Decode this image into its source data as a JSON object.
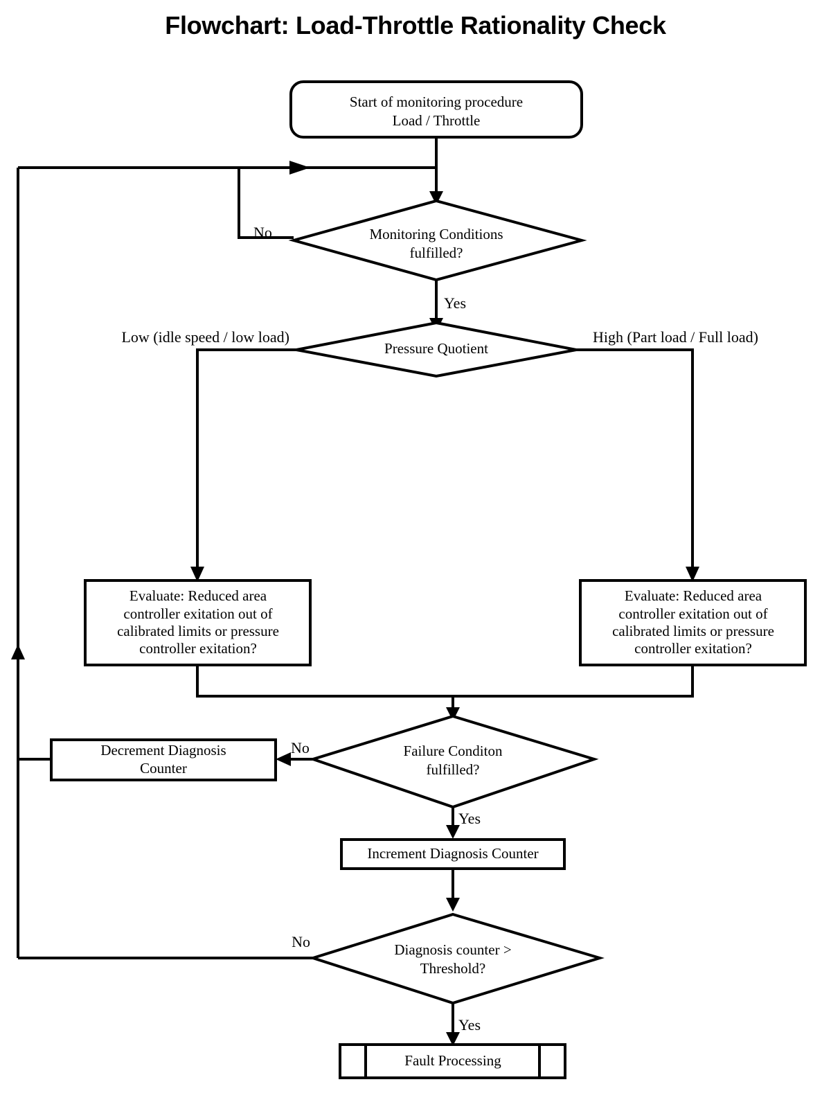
{
  "title": "Flowchart: Load-Throttle Rationality Check",
  "colors": {
    "stroke": "#000000",
    "fill": "#ffffff",
    "text": "#000000",
    "background": "#ffffff"
  },
  "chart_data": {
    "type": "diagram",
    "diagram_type": "flowchart",
    "title": "Flowchart: Load-Throttle Rationality Check",
    "nodes": [
      {
        "id": "start",
        "shape": "rounded-rectangle",
        "lines": [
          "Start of monitoring procedure",
          "Load / Throttle"
        ]
      },
      {
        "id": "monitoring-conditions",
        "shape": "diamond",
        "lines": [
          "Monitoring Conditions",
          "fulfilled?"
        ]
      },
      {
        "id": "pressure-quotient",
        "shape": "diamond",
        "lines": [
          "Pressure Quotient"
        ]
      },
      {
        "id": "evaluate-low",
        "shape": "rectangle",
        "lines": [
          "Evaluate: Reduced area",
          "controller exitation out of",
          "calibrated limits or pressure",
          "controller exitation?"
        ]
      },
      {
        "id": "evaluate-high",
        "shape": "rectangle",
        "lines": [
          "Evaluate: Reduced area",
          "controller exitation out of",
          "calibrated limits or pressure",
          "controller exitation?"
        ]
      },
      {
        "id": "failure-condition",
        "shape": "diamond",
        "lines": [
          "Failure Conditon",
          "fulfilled?"
        ]
      },
      {
        "id": "decrement-counter",
        "shape": "rectangle",
        "lines": [
          "Decrement Diagnosis",
          "Counter"
        ]
      },
      {
        "id": "increment-counter",
        "shape": "rectangle",
        "lines": [
          "Increment Diagnosis Counter"
        ]
      },
      {
        "id": "counter-threshold",
        "shape": "diamond",
        "lines": [
          "Diagnosis counter >",
          "Threshold?"
        ]
      },
      {
        "id": "fault-processing",
        "shape": "predefined-process",
        "lines": [
          "Fault Processing"
        ]
      }
    ],
    "edge_labels": [
      {
        "id": "monitoring-no",
        "text": "No",
        "from": "monitoring-conditions",
        "to": "monitoring-conditions"
      },
      {
        "id": "monitoring-yes",
        "text": "Yes",
        "from": "monitoring-conditions",
        "to": "pressure-quotient"
      },
      {
        "id": "pressure-low",
        "text": "Low (idle speed / low load)",
        "from": "pressure-quotient",
        "to": "evaluate-low"
      },
      {
        "id": "pressure-high",
        "text": "High (Part load / Full load)",
        "from": "pressure-quotient",
        "to": "evaluate-high"
      },
      {
        "id": "failure-no",
        "text": "No",
        "from": "failure-condition",
        "to": "decrement-counter"
      },
      {
        "id": "failure-yes",
        "text": "Yes",
        "from": "failure-condition",
        "to": "increment-counter"
      },
      {
        "id": "threshold-no",
        "text": "No",
        "from": "counter-threshold",
        "to": "monitoring-conditions"
      },
      {
        "id": "threshold-yes",
        "text": "Yes",
        "from": "counter-threshold",
        "to": "fault-processing"
      }
    ]
  },
  "nodes": {
    "start": {
      "line1": "Start of monitoring procedure",
      "line2": "Load / Throttle"
    },
    "monitoring": {
      "line1": "Monitoring Conditions",
      "line2": "fulfilled?"
    },
    "pressure": {
      "line1": "Pressure Quotient"
    },
    "evaluate_low": {
      "line1": "Evaluate: Reduced area",
      "line2": "controller exitation out of",
      "line3": "calibrated limits or pressure",
      "line4": "controller exitation?"
    },
    "evaluate_high": {
      "line1": "Evaluate: Reduced area",
      "line2": "controller exitation out of",
      "line3": "calibrated limits or pressure",
      "line4": "controller exitation?"
    },
    "failure": {
      "line1": "Failure Conditon",
      "line2": "fulfilled?"
    },
    "decrement": {
      "line1": "Decrement Diagnosis",
      "line2": "Counter"
    },
    "increment": {
      "line1": "Increment Diagnosis Counter"
    },
    "threshold": {
      "line1": "Diagnosis counter >",
      "line2": "Threshold?"
    },
    "fault": {
      "line1": "Fault Processing"
    }
  },
  "labels": {
    "monitoring_no": "No",
    "monitoring_yes": "Yes",
    "pressure_low": "Low (idle speed / low load)",
    "pressure_high": "High (Part load / Full load)",
    "failure_no": "No",
    "failure_yes": "Yes",
    "threshold_no": "No",
    "threshold_yes": "Yes"
  }
}
